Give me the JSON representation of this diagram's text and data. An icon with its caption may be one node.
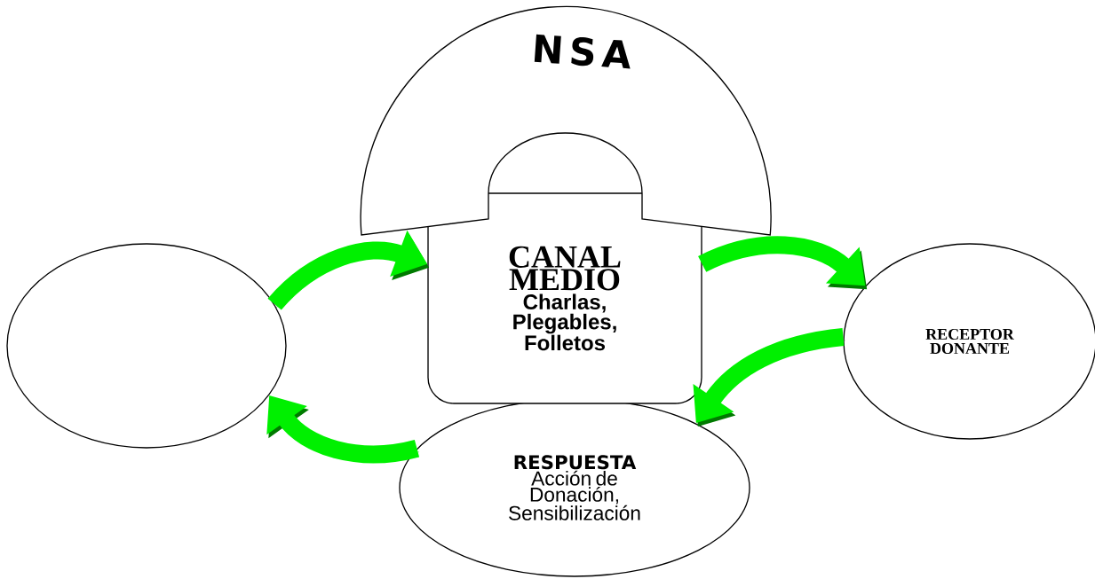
{
  "diagram": {
    "nodes": [
      {
        "text": [
          "NSA"
        ]
      },
      {
        "text": [],
        "shape": "ellipse"
      },
      {
        "text": [
          "CANAL MEDIO",
          "Charlas, Plegables, Folletos"
        ]
      },
      {
        "text": [
          "RECEPTOR DONANTE"
        ]
      },
      {
        "text": [
          "RESPUESTA",
          "Acción de Donación, Sensibilización"
        ]
      }
    ],
    "edges": [
      {
        "from": 1,
        "to": 2,
        "arrow": "to"
      },
      {
        "from": 2,
        "to": 3,
        "arrow": "to"
      },
      {
        "from": 3,
        "to": 4,
        "arrow": "to"
      },
      {
        "from": 4,
        "to": 1,
        "arrow": "to"
      }
    ]
  }
}
